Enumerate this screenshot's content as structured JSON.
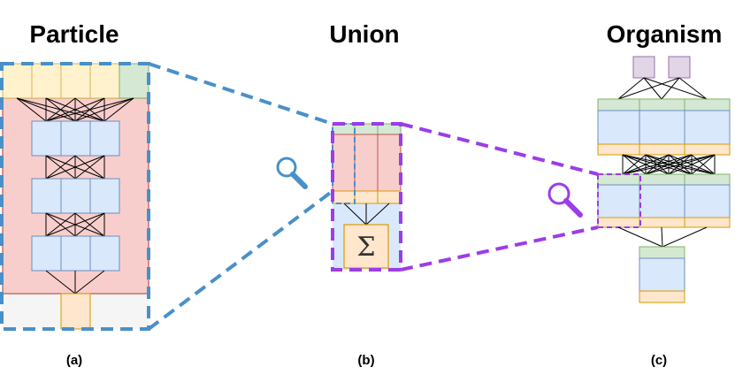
{
  "titles": {
    "particle": "Particle",
    "union": "Union",
    "organism": "Organism"
  },
  "captions": {
    "a": "(a)",
    "b": "(b)",
    "c": "(c)"
  },
  "sum_symbol": "Σ",
  "icons": {
    "zoom_blue": "magnifier-icon",
    "zoom_purple": "magnifier-icon"
  },
  "colors": {
    "input_yellow": "#fff2cc",
    "yellow_border": "#d6b656",
    "green": "#d5e8d4",
    "green_border": "#82b366",
    "blue": "#dae8fc",
    "blue_border": "#6c8ebf",
    "red_fill": "#f8cecc",
    "red_border": "#b85450",
    "orange": "#ffe6cc",
    "orange_border": "#d79b00",
    "purple_fill": "#e1d5e7",
    "purple_border": "#9673a6",
    "zoom_blue": "#4a90c8",
    "zoom_purple": "#9b3de8"
  }
}
